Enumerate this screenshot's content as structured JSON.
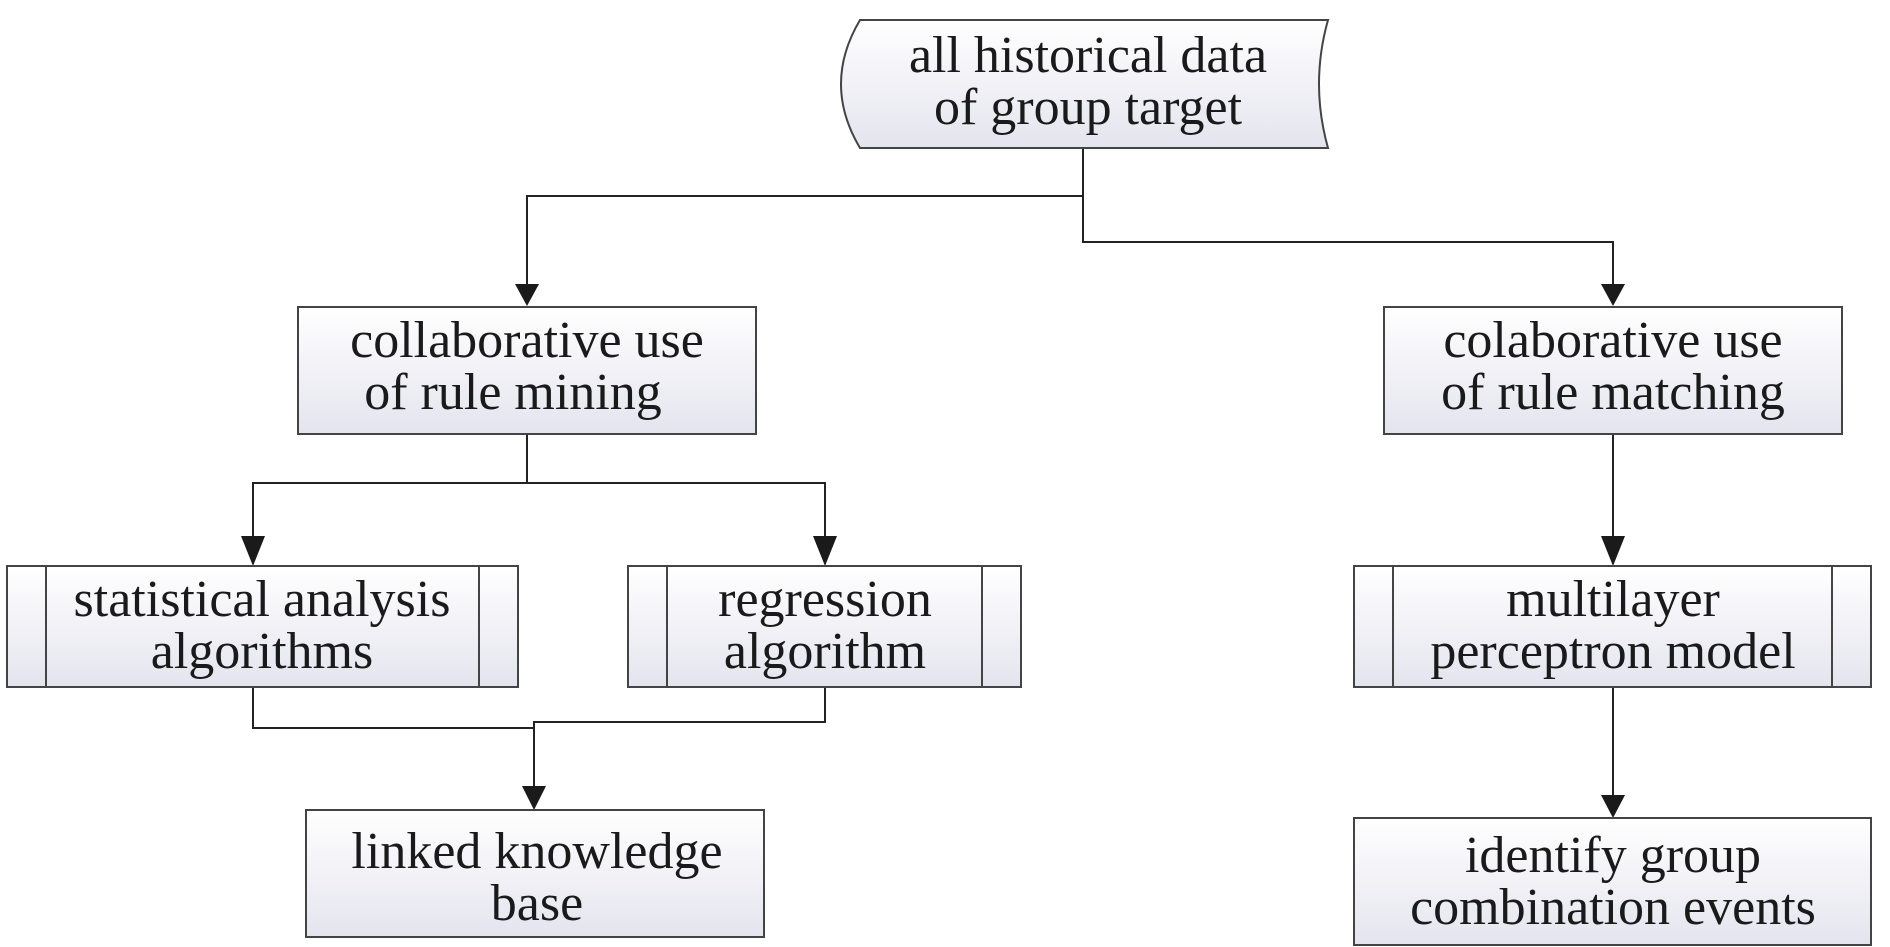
{
  "nodes": {
    "source": {
      "line1": "all historical data",
      "line2": "of group target"
    },
    "mining": {
      "line1": "collaborative use",
      "line2": "of rule mining"
    },
    "matching": {
      "line1": "colaborative use",
      "line2": "of rule matching"
    },
    "statistical": {
      "line1": "statistical analysis",
      "line2": "algorithms"
    },
    "regression": {
      "line1": "regression",
      "line2": "algorithm"
    },
    "mlp": {
      "line1": "multilayer",
      "line2": "perceptron model"
    },
    "knowledge": {
      "line1": "linked knowledge",
      "line2": "base"
    },
    "identify": {
      "line1": "identify group",
      "line2": "combination events"
    }
  }
}
